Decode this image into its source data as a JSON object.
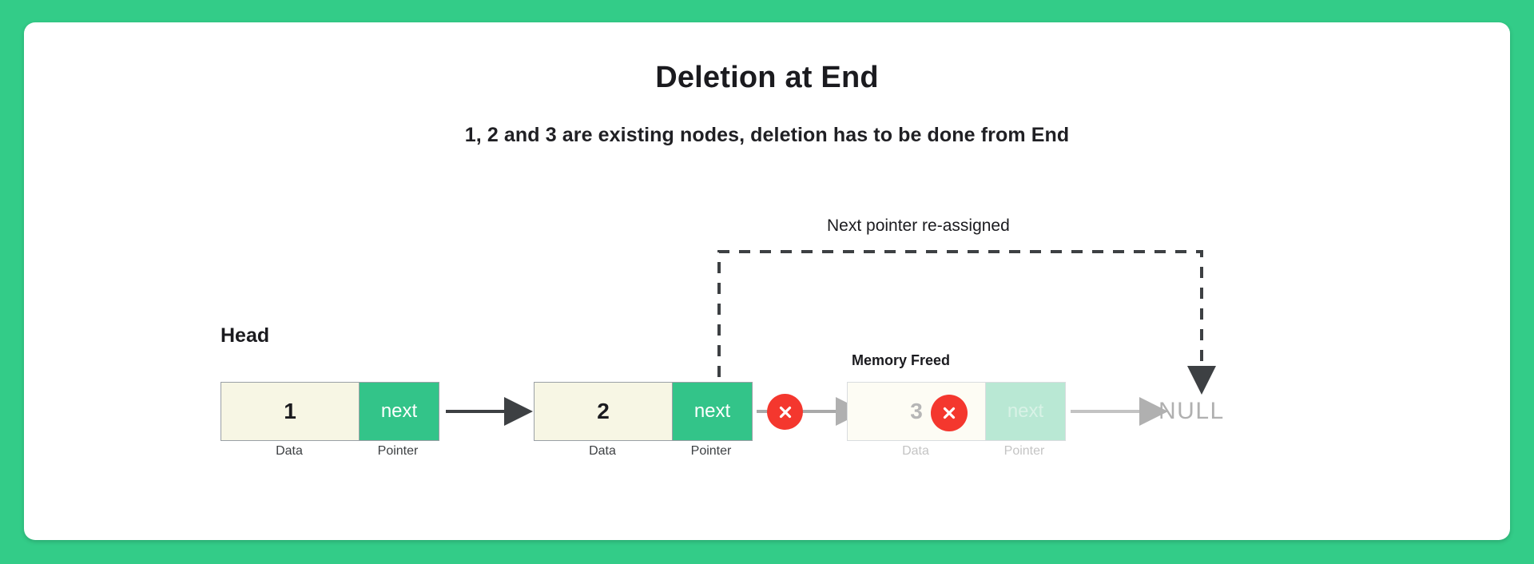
{
  "page": {
    "background_color": "#33cc88",
    "card_color": "#ffffff"
  },
  "header": {
    "title": "Deletion at End",
    "subtitle": "1, 2 and 3 are existing nodes, deletion has to be done from End"
  },
  "diagram": {
    "type": "linked-list-deletion",
    "head_label": "Head",
    "memory_freed_label": "Memory Freed",
    "reassigned_label": "Next pointer re-assigned",
    "null_label": "NULL",
    "colors": {
      "data_cell": "#f7f6e4",
      "pointer_cell": "#33c489",
      "pointer_cell_freed": "#b9e8d4",
      "delete_marker": "#f4372e",
      "arrow_active": "#3d4043",
      "arrow_inactive": "#b0b0b0",
      "node_border": "#9aa0a6"
    },
    "nodes": [
      {
        "data": "1",
        "pointer": "next",
        "data_label": "Data",
        "pointer_label": "Pointer",
        "state": "active",
        "is_head": true
      },
      {
        "data": "2",
        "pointer": "next",
        "data_label": "Data",
        "pointer_label": "Pointer",
        "state": "active",
        "is_head": false
      },
      {
        "data": "3",
        "pointer": "next",
        "data_label": "Data",
        "pointer_label": "Pointer",
        "state": "freed",
        "is_head": false
      }
    ],
    "markers": [
      {
        "name": "link-break-marker",
        "icon": "close-x-icon"
      },
      {
        "name": "node-delete-marker",
        "icon": "close-x-icon"
      }
    ]
  }
}
